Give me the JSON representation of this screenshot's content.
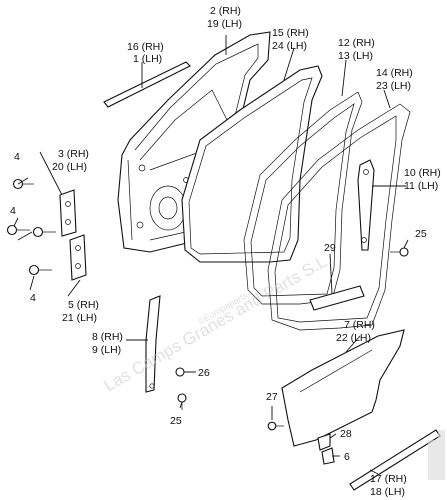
{
  "watermark": {
    "text": "Las Camps Granes and Parts S.L.",
    "seal_text": "©Europaparts"
  },
  "callouts": {
    "door_frame_rh": "2 (RH)",
    "door_frame_lh": "19 (LH)",
    "belt_molding_rh": "16 (RH)",
    "belt_molding_lh": "1 (LH)",
    "inner_seal_rh": "15 (RH)",
    "inner_seal_lh": "24 (LH)",
    "outer_seal_rh": "12 (RH)",
    "outer_seal_lh": "13 (LH)",
    "run_channel_rh": "14 (RH)",
    "run_channel_lh": "23 (LH)",
    "upper_hinge_rh": "3 (RH)",
    "upper_hinge_lh": "20 (LH)",
    "bolt_4a": "4",
    "bolt_4b": "4",
    "bolt_4c": "4",
    "lower_hinge_rh": "5 (RH)",
    "lower_hinge_lh": "21 (LH)",
    "rear_channel_rh": "10 (RH)",
    "rear_channel_lh": "11 (LH)",
    "bolt_25_right": "25",
    "seal_strip": "29",
    "front_channel_rh": "8 (RH)",
    "front_channel_lh": "9 (LH)",
    "bolt_26": "26",
    "bolt_25_lower": "25",
    "glass_rh": "7 (RH)",
    "glass_lh": "22 (LH)",
    "bolt_27": "27",
    "clip_28": "28",
    "clip_6": "6",
    "weatherstrip_rh": "17 (RH)",
    "weatherstrip_lh": "18 (LH)"
  }
}
